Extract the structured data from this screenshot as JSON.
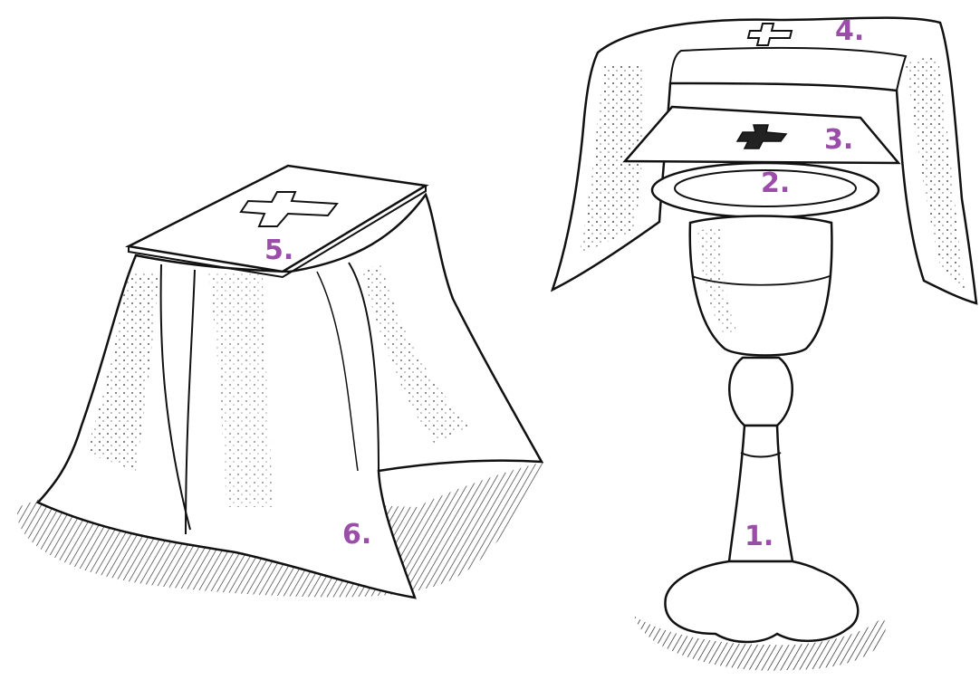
{
  "colors": {
    "ink": "#111111",
    "label": "#9a4ea8",
    "paper": "#ffffff",
    "shade": "#cfcfcf"
  },
  "labels": {
    "chalice": "1.",
    "paten": "2.",
    "pall": "3.",
    "purificator_veil": "4.",
    "burse": "5.",
    "chalice_veil": "6."
  },
  "icons": {
    "cross": "cross-icon"
  }
}
